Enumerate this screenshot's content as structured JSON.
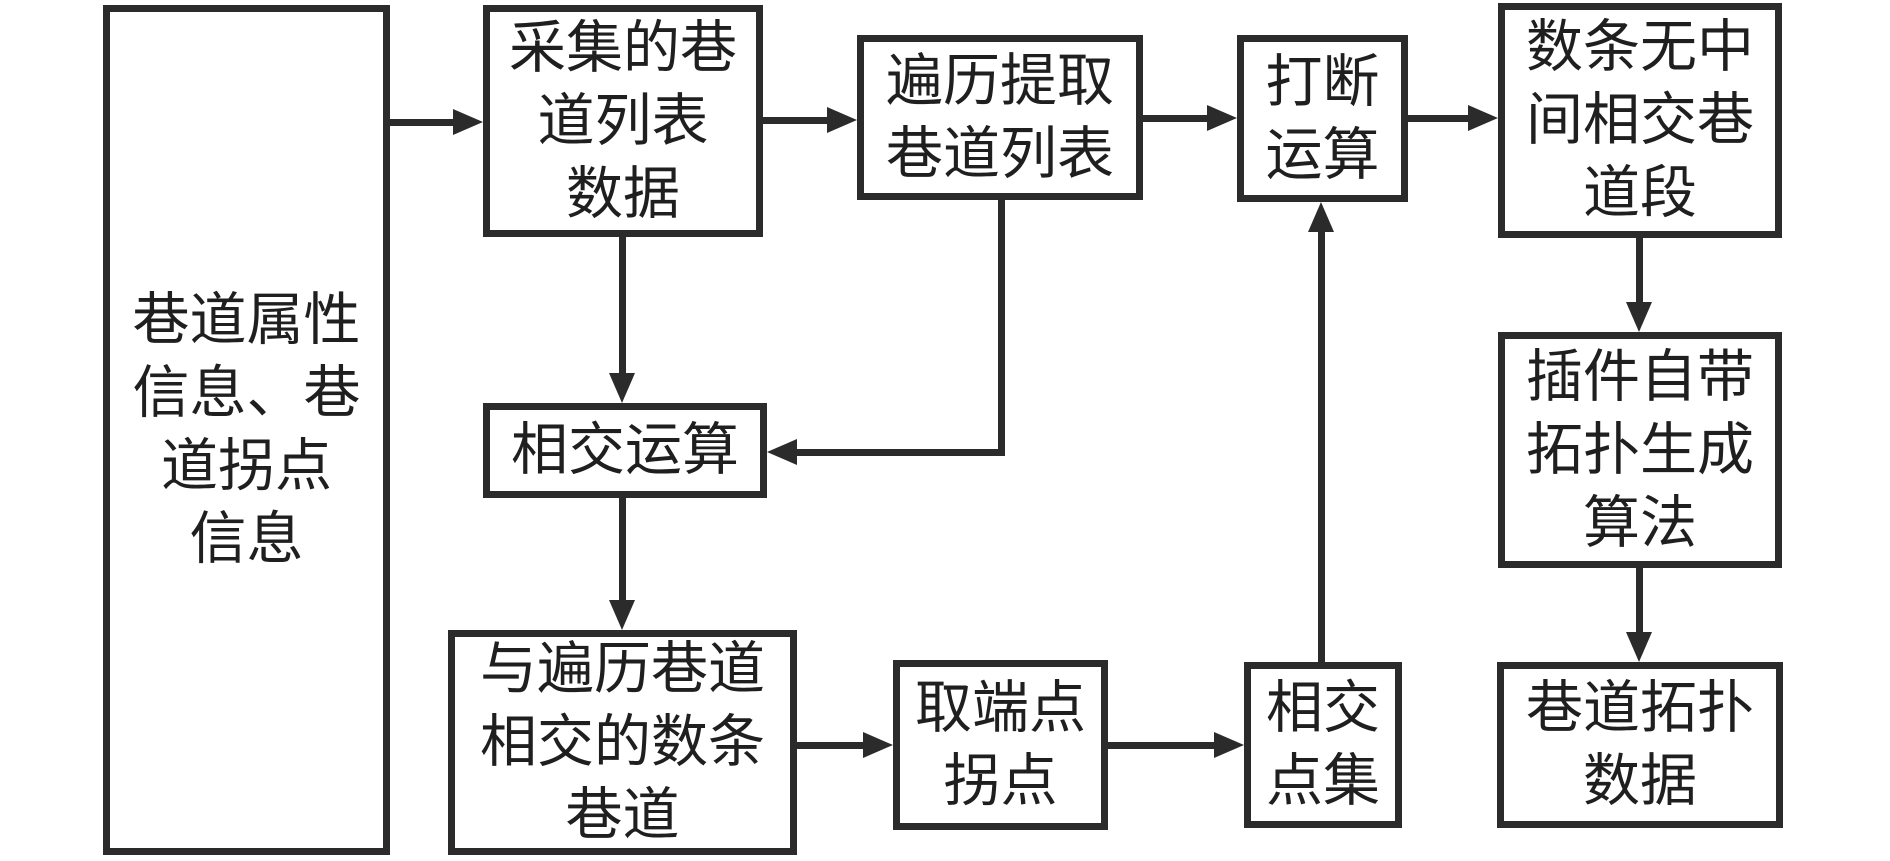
{
  "diagram": {
    "title": "roadway-topology-generation-flowchart",
    "colors": {
      "stroke": "#2b2b2b",
      "text": "#1f1f1f",
      "background": "#ffffff"
    },
    "nodes": [
      {
        "id": "input-info",
        "label": "巷道属性信息、巷道拐点信息",
        "lines": [
          "巷道属性",
          "信息、巷",
          "道拐点",
          "信息"
        ]
      },
      {
        "id": "collected-list",
        "label": "采集的巷道列表数据",
        "lines": [
          "采集的巷",
          "道列表",
          "数据"
        ]
      },
      {
        "id": "traverse-extract",
        "label": "遍历提取巷道列表",
        "lines": [
          "遍历提取",
          "巷道列表"
        ]
      },
      {
        "id": "break-operation",
        "label": "打断运算",
        "lines": [
          "打断",
          "运算"
        ]
      },
      {
        "id": "segments",
        "label": "数条无中间相交巷道段",
        "lines": [
          "数条无中",
          "间相交巷",
          "道段"
        ]
      },
      {
        "id": "intersect-operation",
        "label": "相交运算",
        "lines": [
          "相交运算"
        ]
      },
      {
        "id": "intersecting-roadways",
        "label": "与遍历巷道相交的数条巷道",
        "lines": [
          "与遍历巷道",
          "相交的数条",
          "巷道"
        ]
      },
      {
        "id": "endpoints",
        "label": "取端点拐点",
        "lines": [
          "取端点",
          "拐点"
        ]
      },
      {
        "id": "intersection-points",
        "label": "相交点集",
        "lines": [
          "相交",
          "点集"
        ]
      },
      {
        "id": "plugin-topology",
        "label": "插件自带拓扑生成算法",
        "lines": [
          "插件自带",
          "拓扑生成",
          "算法"
        ]
      },
      {
        "id": "topology-data",
        "label": "巷道拓扑数据",
        "lines": [
          "巷道拓扑",
          "数据"
        ]
      }
    ],
    "edges": [
      {
        "id": "e1",
        "from": "input-info",
        "to": "collected-list"
      },
      {
        "id": "e2",
        "from": "collected-list",
        "to": "traverse-extract"
      },
      {
        "id": "e3",
        "from": "traverse-extract",
        "to": "break-operation"
      },
      {
        "id": "e4",
        "from": "break-operation",
        "to": "segments"
      },
      {
        "id": "e5",
        "from": "collected-list",
        "to": "intersect-operation"
      },
      {
        "id": "e6",
        "from": "traverse-extract",
        "to": "intersect-operation"
      },
      {
        "id": "e7",
        "from": "intersect-operation",
        "to": "intersecting-roadways"
      },
      {
        "id": "e8",
        "from": "intersecting-roadways",
        "to": "endpoints"
      },
      {
        "id": "e9",
        "from": "endpoints",
        "to": "intersection-points"
      },
      {
        "id": "e10",
        "from": "intersection-points",
        "to": "break-operation"
      },
      {
        "id": "e11",
        "from": "segments",
        "to": "plugin-topology"
      },
      {
        "id": "e12",
        "from": "plugin-topology",
        "to": "topology-data"
      }
    ]
  }
}
